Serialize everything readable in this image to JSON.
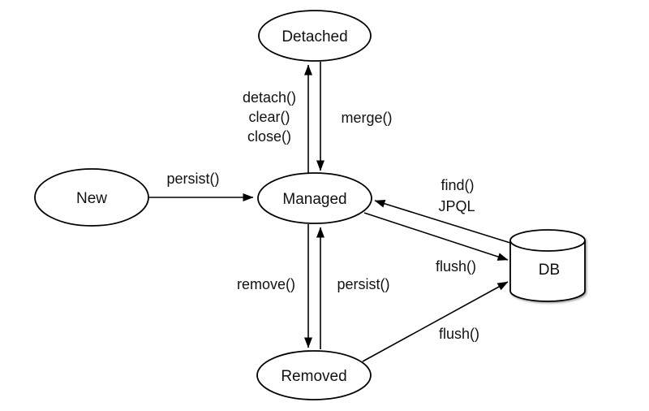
{
  "diagram": {
    "background_color": "#ffffff",
    "stroke_color": "#000000",
    "text_color": "#111111",
    "nodes": {
      "detached": {
        "label": "Detached",
        "shape": "ellipse"
      },
      "new": {
        "label": "New",
        "shape": "ellipse"
      },
      "managed": {
        "label": "Managed",
        "shape": "ellipse"
      },
      "removed": {
        "label": "Removed",
        "shape": "ellipse"
      },
      "db": {
        "label": "DB",
        "shape": "cylinder"
      }
    },
    "edges": {
      "new_to_managed": {
        "from": "New",
        "to": "Managed",
        "label": "persist()"
      },
      "managed_to_detached": {
        "from": "Managed",
        "to": "Detached",
        "labels": [
          "detach()",
          "clear()",
          "close()"
        ]
      },
      "detached_to_managed": {
        "from": "Detached",
        "to": "Managed",
        "label": "merge()"
      },
      "managed_to_removed": {
        "from": "Managed",
        "to": "Removed",
        "label": "remove()"
      },
      "removed_to_managed": {
        "from": "Removed",
        "to": "Managed",
        "label": "persist()"
      },
      "db_to_managed": {
        "from": "DB",
        "to": "Managed",
        "labels": [
          "find()",
          "JPQL"
        ]
      },
      "managed_to_db": {
        "from": "Managed",
        "to": "DB",
        "label": "flush()"
      },
      "removed_to_db": {
        "from": "Removed",
        "to": "DB",
        "label": "flush()"
      }
    }
  }
}
